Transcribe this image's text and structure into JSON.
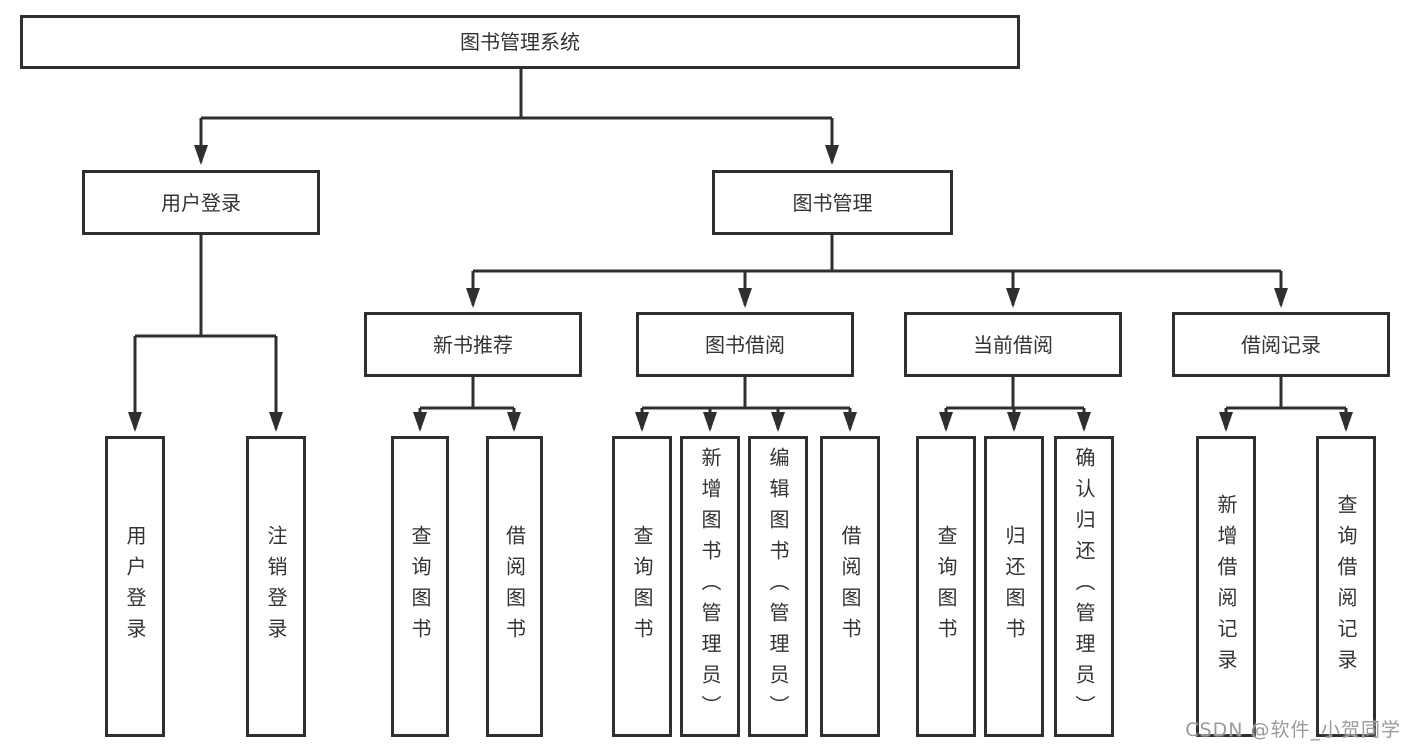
{
  "tree": {
    "label": "图书管理系统",
    "children": [
      {
        "label": "用户登录",
        "children": [
          {
            "label": "用户登录"
          },
          {
            "label": "注销登录"
          }
        ]
      },
      {
        "label": "图书管理",
        "children": [
          {
            "label": "新书推荐",
            "children": [
              {
                "label": "查询图书"
              },
              {
                "label": "借阅图书"
              }
            ]
          },
          {
            "label": "图书借阅",
            "children": [
              {
                "label": "查询图书"
              },
              {
                "label": "新增图书（管理员）"
              },
              {
                "label": "编辑图书（管理员）"
              },
              {
                "label": "借阅图书"
              }
            ]
          },
          {
            "label": "当前借阅",
            "children": [
              {
                "label": "查询图书"
              },
              {
                "label": "归还图书"
              },
              {
                "label": "确认归还（管理员）"
              }
            ]
          },
          {
            "label": "借阅记录",
            "children": [
              {
                "label": "新增借阅记录"
              },
              {
                "label": "查询借阅记录"
              }
            ]
          }
        ]
      }
    ]
  },
  "watermark": {
    "text": "CSDN @软件_小贺同学"
  },
  "colors": {
    "line": "#2f2f2f",
    "box_border": "#2f2f2f",
    "text": "#333333",
    "watermark": "#9b9b9b",
    "background": "#ffffff"
  }
}
